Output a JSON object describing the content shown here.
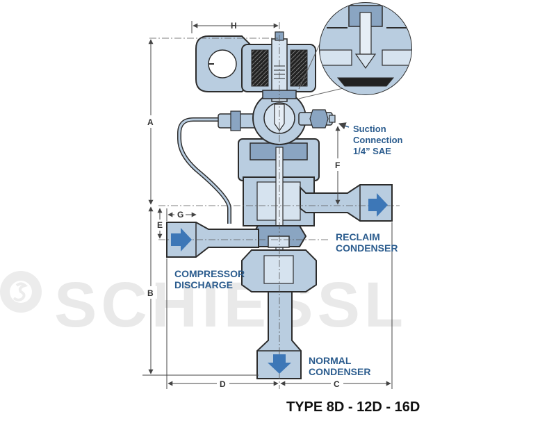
{
  "figure": {
    "title": "TYPE 8D - 12D - 16D",
    "watermark": "SCHIESSL",
    "colors": {
      "body": "#b9cde0",
      "body_dark": "#8aa5c2",
      "outline": "#2c2c2c",
      "flow_arrow": "#3d77b7",
      "label_text": "#2b5c8e",
      "dimension": "#444444",
      "watermark": "#e9e9e9"
    },
    "labels": {
      "suction_line1": "Suction",
      "suction_line2": "Connection",
      "suction_line3": "1/4” SAE",
      "reclaim_line1": "RECLAIM",
      "reclaim_line2": "CONDENSER",
      "compressor_line1": "COMPRESSOR",
      "compressor_line2": "DISCHARGE",
      "normal_line1": "NORMAL",
      "normal_line2": "CONDENSER"
    },
    "dimensions": {
      "A": "A",
      "B": "B",
      "C": "C",
      "D": "D",
      "E": "E",
      "F": "F",
      "G": "G",
      "H": "H"
    }
  }
}
